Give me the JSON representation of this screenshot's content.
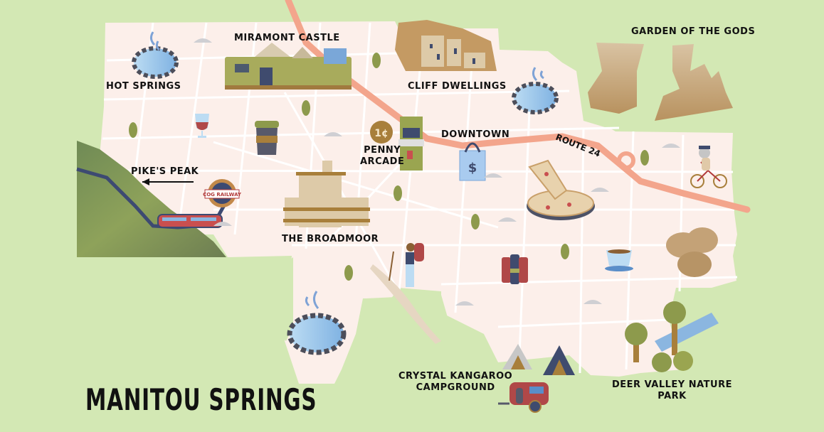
{
  "map": {
    "title": "MANITOU SPRINGS",
    "colors": {
      "background_green": "#d3e8b4",
      "town_pink": "#fcefea",
      "street_white": "#ffffff",
      "route_salmon": "#f3a58c",
      "label_text": "#111111"
    },
    "labels": {
      "hot_springs": "HOT SPRINGS",
      "miramont_castle": "MIRAMONT CASTLE",
      "cliff_dwellings": "CLIFF DWELLINGS",
      "garden_of_the_gods": "GARDEN OF THE GODS",
      "downtown": "DOWNTOWN",
      "route_24": "ROUTE 24",
      "penny_arcade_1": "PENNY",
      "penny_arcade_2": "ARCADE",
      "penny_coin": "1¢",
      "pikes_peak": "PIKE'S PEAK",
      "cog_railway": "COG RAILWAY",
      "the_broadmoor": "THE BROADMOOR",
      "crystal_kangaroo_1": "CRYSTAL KANGAROO",
      "crystal_kangaroo_2": "CAMPGROUND",
      "deer_valley_1": "DEER VALLEY NATURE",
      "deer_valley_2": "PARK",
      "dollar_sign": "$"
    },
    "icons": [
      "hot-spring-pool-icon",
      "castle-icon",
      "cliff-dwellings-icon",
      "rock-formations-icon",
      "wine-glass-icon",
      "coffee-cup-icon",
      "arcade-machine-icon",
      "penny-coin-icon",
      "shopping-bag-icon",
      "pizza-icon",
      "cyclist-icon",
      "cog-railway-badge-icon",
      "train-icon",
      "mountain-icon",
      "hotel-icon",
      "hiker-icon",
      "wine-bottles-icon",
      "teacup-icon",
      "cookies-icon",
      "tent-icon",
      "camper-trailer-icon",
      "trees-icon",
      "roundabout-icon"
    ]
  }
}
